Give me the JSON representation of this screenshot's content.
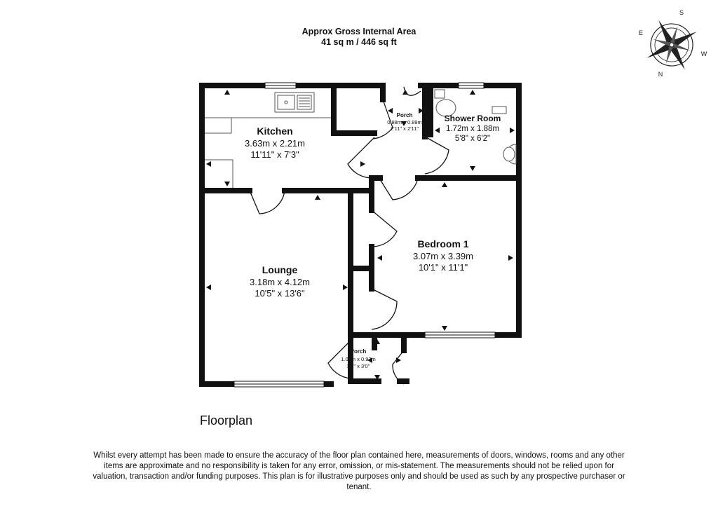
{
  "header": {
    "line1": "Approx Gross Internal Area",
    "line2": "41 sq m / 446 sq ft"
  },
  "compass": {
    "letters": [
      "S",
      "W",
      "N",
      "E"
    ]
  },
  "rooms": [
    {
      "id": "kitchen",
      "name": "Kitchen",
      "metric": "3.63m x 2.21m",
      "imperial": "11'11\" x 7'3\""
    },
    {
      "id": "lounge",
      "name": "Lounge",
      "metric": "3.18m x 4.12m",
      "imperial": "10'5\" x 13'6\""
    },
    {
      "id": "bedroom",
      "name": "Bedroom 1",
      "metric": "3.07m x 3.39m",
      "imperial": "10'1\" x 11'1\""
    },
    {
      "id": "shower",
      "name": "Shower Room",
      "metric": "1.72m x 1.88m",
      "imperial": "5'8\" x 6'2\""
    },
    {
      "id": "porch-top",
      "name": "Porch",
      "metric": "0.88m x 0.89m",
      "imperial": "2'11\" x 2'11\""
    },
    {
      "id": "porch-bottom",
      "name": "Porch",
      "metric": "1.02m x 0.92m",
      "imperial": "3'4\" x 3'0\""
    }
  ],
  "colors": {
    "wall": "#111111",
    "window": "#ffffff"
  },
  "footer": {
    "title": "Floorplan",
    "disclaimer": "Whilst every attempt has been made to ensure the accuracy of the floor plan contained here, measurements of doors, windows, rooms and any other items are approximate and no responsibility is taken for any error, omission, or mis-statement. The measurements should not be relied upon for valuation, transaction and/or funding purposes. This plan is for illustrative purposes only and should be used as such by any prospective purchaser or tenant."
  }
}
